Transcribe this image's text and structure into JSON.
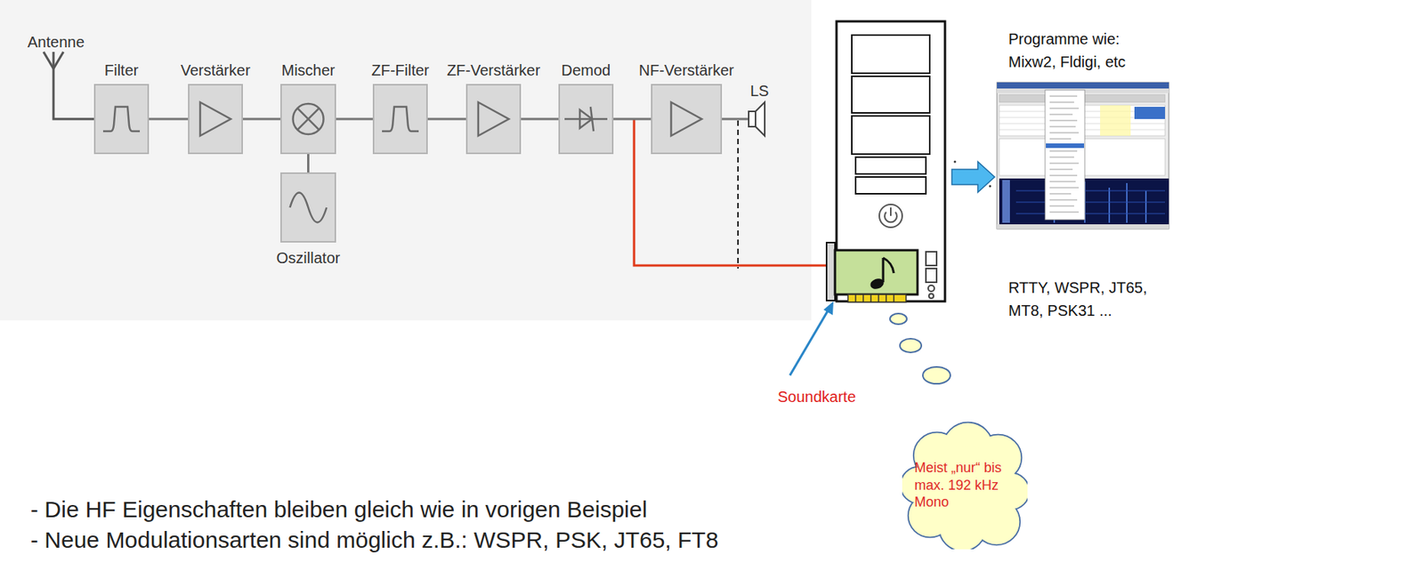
{
  "diagram": {
    "nodes": [
      {
        "text": [
          "Filter"
        ]
      },
      {
        "text": [
          "Verstärker"
        ]
      },
      {
        "text": [
          "Mischer"
        ]
      },
      {
        "text": [
          "ZF-Filter"
        ]
      },
      {
        "text": [
          "ZF-Verstärker"
        ]
      },
      {
        "text": [
          "Demod"
        ]
      },
      {
        "text": [
          "NF-Verstärker"
        ]
      },
      {
        "text": [
          "Oszillator"
        ]
      },
      {
        "text": [
          "Meist „nur“ bis max. 192 kHz Mono"
        ]
      }
    ],
    "edges": [
      {
        "from": 0,
        "to": 1,
        "arrow": "none"
      },
      {
        "from": 1,
        "to": 2,
        "arrow": "none"
      },
      {
        "from": 2,
        "to": 3,
        "arrow": "none"
      },
      {
        "from": 3,
        "to": 4,
        "arrow": "none"
      },
      {
        "from": 4,
        "to": 5,
        "arrow": "none"
      },
      {
        "from": 5,
        "to": 6,
        "arrow": "none"
      },
      {
        "from": 2,
        "to": 7,
        "arrow": "none"
      }
    ],
    "labels": [
      "Antenne",
      "LS",
      "Programme wie: Mixw2, Fldigi, etc",
      "Soundkarte",
      "RTTY, WSPR, JT65, MT8, PSK31 ...",
      "- Die HF Eigenschaften bleiben gleich wie in vorigen Beispiel",
      "- Neue Modulationsarten sind möglich z.B.: WSPR, PSK, JT65, FT8"
    ]
  }
}
